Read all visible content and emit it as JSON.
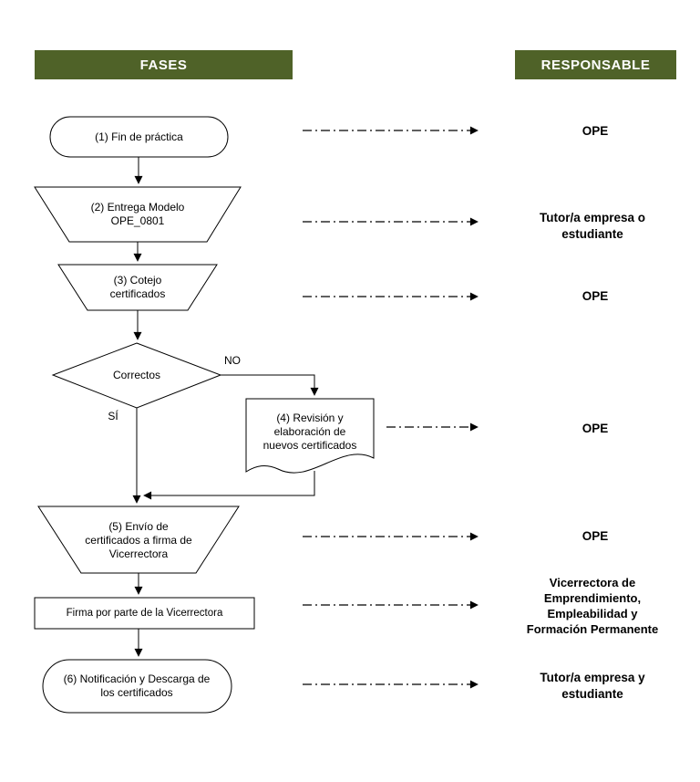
{
  "colors": {
    "header_bg": "#4f6228",
    "header_text": "#ffffff",
    "line": "#000000"
  },
  "headers": {
    "fases": "FASES",
    "responsable": "RESPONSABLE"
  },
  "flow": {
    "n1": "(1) Fin de práctica",
    "n2": "(2) Entrega Modelo OPE_0801",
    "n3": "(3) Cotejo certificados",
    "decision": "Correctos",
    "branch_no": "NO",
    "branch_si": "SÍ",
    "n4": "(4) Revisión y elaboración de nuevos certificados",
    "n5": "(5) Envío de certificados a firma de Vicerrectora",
    "n6": "Firma por parte de la Vicerrectora",
    "n7": "(6) Notificación y Descarga de los certificados"
  },
  "responsables": {
    "r1": "OPE",
    "r2": "Tutor/a empresa o estudiante",
    "r3": "OPE",
    "r4": "OPE",
    "r5": "OPE",
    "r6": "Vicerrectora de Emprendimiento, Empleabilidad y Formación Permanente",
    "r7": "Tutor/a empresa y estudiante"
  }
}
